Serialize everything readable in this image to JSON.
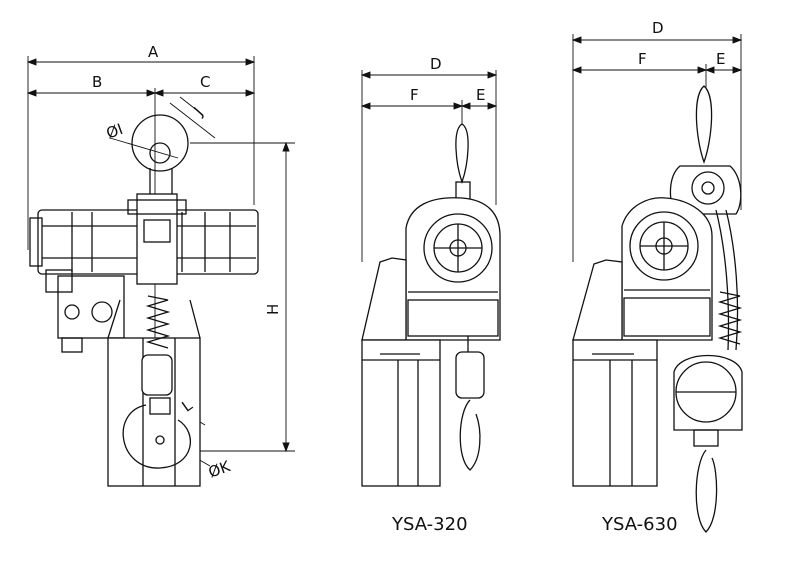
{
  "dimensions": {
    "a": "A",
    "b": "B",
    "c": "C",
    "d": "D",
    "e": "E",
    "f": "F",
    "h": "H",
    "j": "J",
    "l": "L",
    "phi_i": "ØI",
    "phi_k": "ØK"
  },
  "models": {
    "left_model": "YSA-320",
    "right_model": "YSA-630"
  },
  "colors": {
    "line": "#111111",
    "body_fill": "#ffffff"
  }
}
